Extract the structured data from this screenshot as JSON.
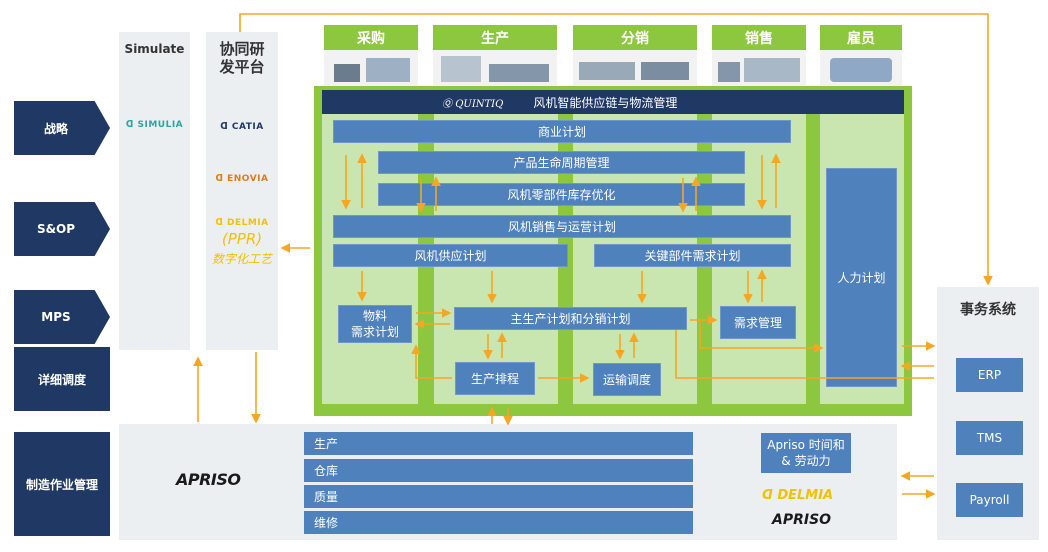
{
  "left_labels": [
    "战略",
    "S&OP",
    "MPS",
    "详细调度",
    "制造作业管理"
  ],
  "simulate": {
    "title": "Simulate",
    "logo": "SIMULIA"
  },
  "collab": {
    "title_line1": "协同研",
    "title_line2": "发平台",
    "logos": [
      "CATIA",
      "ENOVIA",
      "DELMIA"
    ],
    "ppr": "(PPR)",
    "digital": "数字化工艺"
  },
  "top_headers": [
    "采购",
    "生产",
    "分销",
    "销售",
    "雇员"
  ],
  "main": {
    "banner_logo": "QUINTIQ",
    "banner_title": "风机智能供应链与物流管理",
    "commercial_plan": "商业计划",
    "plm": "产品生命周期管理",
    "inventory": "风机零部件库存优化",
    "sales_ops": "风机销售与运营计划",
    "supply_plan": "风机供应计划",
    "key_parts": "关键部件需求计划",
    "mrp": "物料\n需求计划",
    "master_plan": "主生产计划和分销计划",
    "demand_mgmt": "需求管理",
    "hr_plan": "人力计划",
    "production_schedule": "生产排程",
    "transport": "运输调度"
  },
  "mom": {
    "logo": "APRISO",
    "items": [
      "生产",
      "仓库",
      "质量",
      "维修"
    ],
    "apriso_box": "Apriso 时间和\n& 劳动力",
    "logo_delmia": "DELMIA",
    "logo_apriso": "APRISO"
  },
  "business": {
    "title": "事务系统",
    "systems": [
      "ERP",
      "TMS",
      "Payroll"
    ]
  },
  "colors": {
    "navy": "#1f3864",
    "green": "#8dc63f",
    "lane": "#c9e6b0",
    "blue": "#4f81bd",
    "arrow": "#f5a623",
    "grey": "#eceff2"
  }
}
